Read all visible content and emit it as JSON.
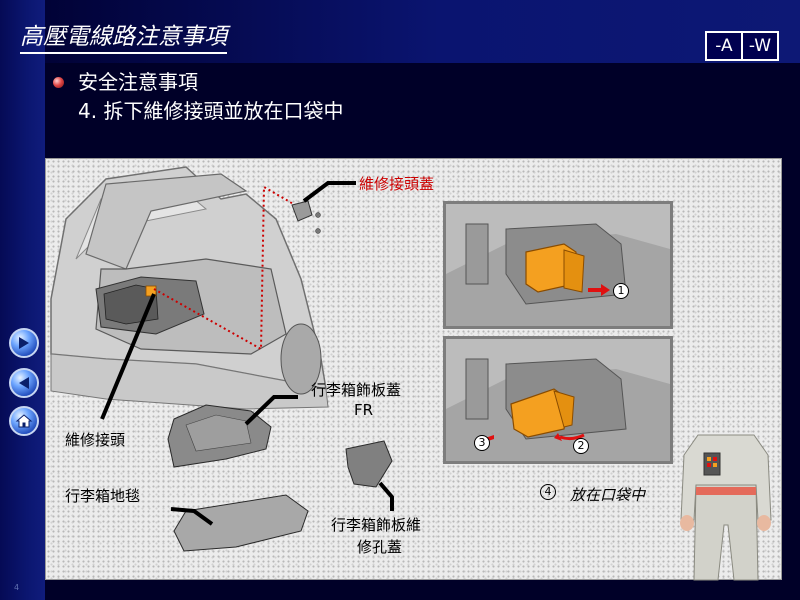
{
  "title": "高壓電線路注意事項",
  "badge": {
    "a": "-A",
    "w": "-W"
  },
  "bullets": {
    "line1": "安全注意事項",
    "line2": "4. 拆下維修接頭並放在口袋中"
  },
  "labels": {
    "plug_cover": "維修接頭蓋",
    "service_plug": "維修接頭",
    "trunk_trim_cover_fr_line1": "行李箱飾板蓋",
    "trunk_trim_cover_fr_line2": "FR",
    "trunk_floor_mat": "行李箱地毯",
    "trim_service_hole_cover_line1": "行李箱飾板維",
    "trim_service_hole_cover_line2": "修孔蓋",
    "step4_num": "4",
    "step4_text": "放在口袋中"
  },
  "steps": [
    "1",
    "2",
    "3"
  ],
  "page_marker": "4",
  "colors": {
    "background": "#000028",
    "accent_red": "#cc0000",
    "plug_orange": "#f4a020",
    "arrow_red": "#e01010"
  }
}
